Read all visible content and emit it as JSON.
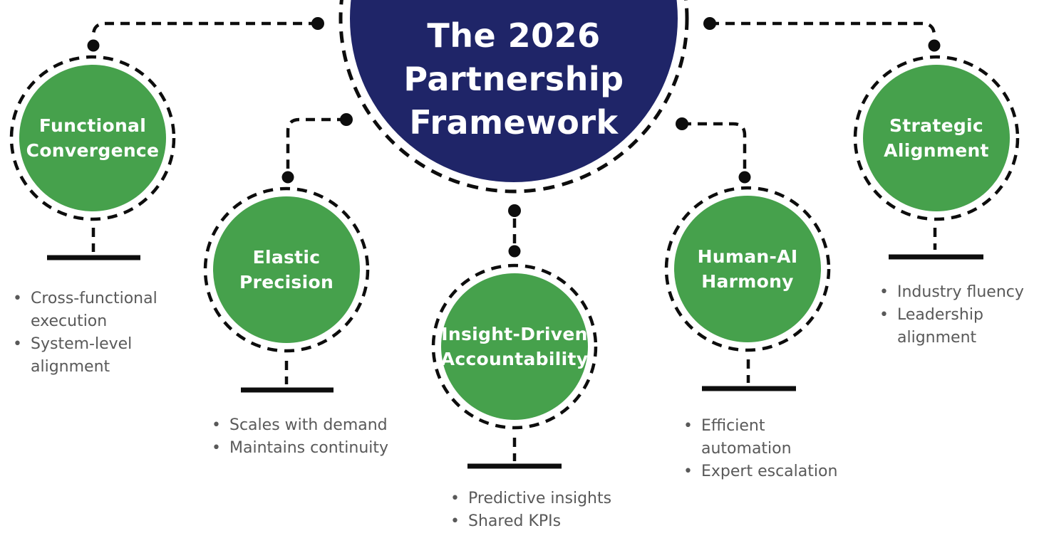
{
  "title": {
    "lines": [
      "The 2026",
      "Partnership",
      "Framework"
    ]
  },
  "nodes": [
    {
      "id": "functional-convergence",
      "label_lines": [
        "Functional",
        "Convergence"
      ],
      "bullets": [
        "Cross-functional execution",
        "System-level alignment"
      ]
    },
    {
      "id": "elastic-precision",
      "label_lines": [
        "Elastic",
        "Precision"
      ],
      "bullets": [
        "Scales with demand",
        "Maintains continuity"
      ]
    },
    {
      "id": "insight-driven-accountability",
      "label_lines": [
        "Insight-Driven",
        "Accountability"
      ],
      "bullets": [
        "Predictive insights",
        "Shared KPIs"
      ]
    },
    {
      "id": "human-ai-harmony",
      "label_lines": [
        "Human-AI",
        "Harmony"
      ],
      "bullets": [
        "Efficient automation",
        "Expert escalation"
      ]
    },
    {
      "id": "strategic-alignment",
      "label_lines": [
        "Strategic",
        "Alignment"
      ],
      "bullets": [
        "Industry fluency",
        "Leadership alignment"
      ]
    }
  ],
  "colors": {
    "center_fill": "#1f2568",
    "node_fill": "#46a14c",
    "line": "#0d0d0d",
    "bullet_text": "#595959",
    "label_text": "#ffffff"
  }
}
